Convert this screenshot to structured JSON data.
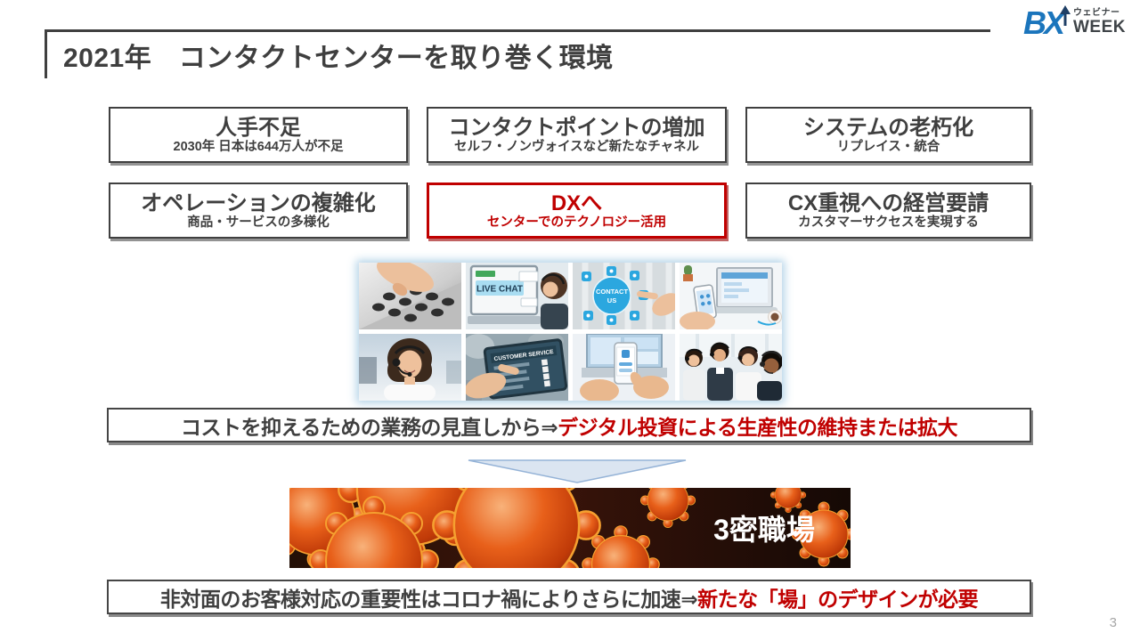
{
  "slide": {
    "title": "2021年　コンタクトセンターを取り巻く環境",
    "page_number": "3"
  },
  "logo": {
    "bx": "BX",
    "webinar": "ウェビナー",
    "week": "WEEK"
  },
  "factor_boxes": [
    {
      "title": "人手不足",
      "subtitle": "2030年 日本は644万人が不足",
      "variant": "dark"
    },
    {
      "title": "コンタクトポイントの増加",
      "subtitle": "セルフ・ノンヴォイスなど新たなチャネル",
      "variant": "dark"
    },
    {
      "title": "システムの老朽化",
      "subtitle": "リプレイス・統合",
      "variant": "dark"
    },
    {
      "title": "オペレーションの複雑化",
      "subtitle": "商品・サービスの多様化",
      "variant": "dark"
    },
    {
      "title": "DXへ",
      "subtitle": "センターでのテクノロジー活用",
      "variant": "red"
    },
    {
      "title": "CX重視への経営要請",
      "subtitle": "カスタマーサクセスを実現する",
      "variant": "dark"
    }
  ],
  "collage": {
    "live_chat_label": "LIVE CHAT",
    "contact_us_line1": "CONTACT",
    "contact_us_line2": "US",
    "customer_service_label": "CUSTOMER SERVICE",
    "photo_names": [
      "phone-keypad",
      "live-chat-laptop",
      "contact-us-icons",
      "smartphone-and-laptop",
      "call-center-agent",
      "customer-service-tablet",
      "smartphone-in-hands",
      "call-center-team"
    ]
  },
  "cost_banner": {
    "plain": "コストを抑えるための業務の見直しから⇒",
    "highlight": "デジタル投資による生産性の維持または拡大"
  },
  "covid_banner": {
    "caption": "3密職場"
  },
  "conclusion_banner": {
    "plain": "非対面のお客様対応の重要性はコロナ禍によりさらに加速⇒",
    "highlight": "新たな「場」のデザインが必要"
  },
  "colors": {
    "text_dark": "#404040",
    "accent_red": "#C00000",
    "logo_blue": "#1B75BC",
    "arrow_fill": "#DBE5F1",
    "arrow_stroke": "#95B3D7"
  }
}
